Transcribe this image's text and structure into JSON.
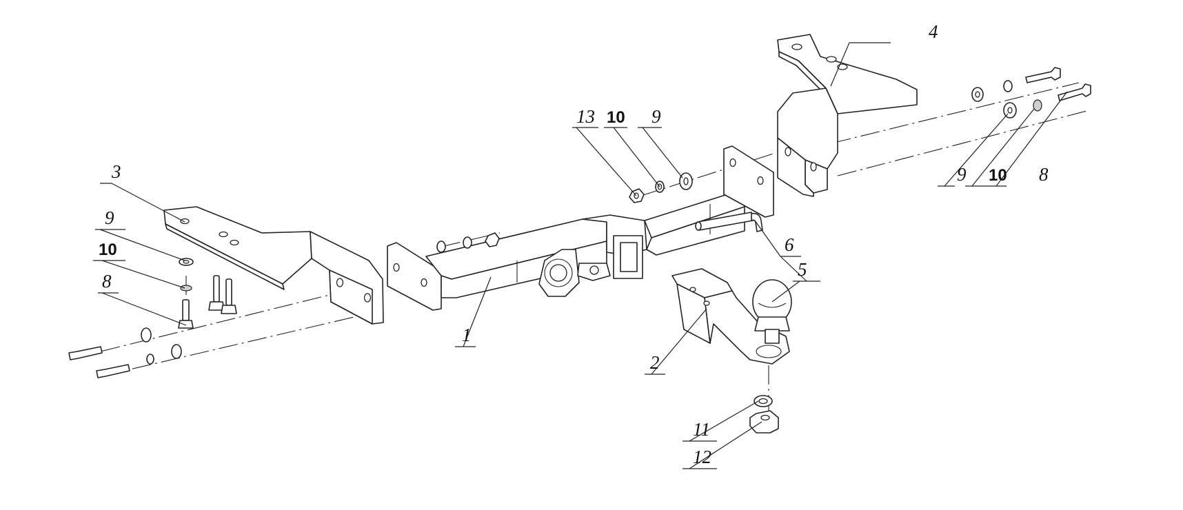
{
  "diagram": {
    "callouts": [
      {
        "id": "c1",
        "label": "1",
        "bold": false
      },
      {
        "id": "c2",
        "label": "2",
        "bold": false
      },
      {
        "id": "c3",
        "label": "3",
        "bold": false
      },
      {
        "id": "c4",
        "label": "4",
        "bold": false
      },
      {
        "id": "c5",
        "label": "5",
        "bold": false
      },
      {
        "id": "c6",
        "label": "6",
        "bold": false
      },
      {
        "id": "c8L",
        "label": "8",
        "bold": false
      },
      {
        "id": "c9L",
        "label": "9",
        "bold": false
      },
      {
        "id": "c10L",
        "label": "10",
        "bold": true
      },
      {
        "id": "c13",
        "label": "13",
        "bold": false
      },
      {
        "id": "c10M",
        "label": "10",
        "bold": true
      },
      {
        "id": "c9M",
        "label": "9",
        "bold": false
      },
      {
        "id": "c9R",
        "label": "9",
        "bold": false
      },
      {
        "id": "c10R",
        "label": "10",
        "bold": true
      },
      {
        "id": "c8R",
        "label": "8",
        "bold": false
      },
      {
        "id": "c11",
        "label": "11",
        "bold": false
      },
      {
        "id": "c12",
        "label": "12",
        "bold": false
      }
    ]
  }
}
